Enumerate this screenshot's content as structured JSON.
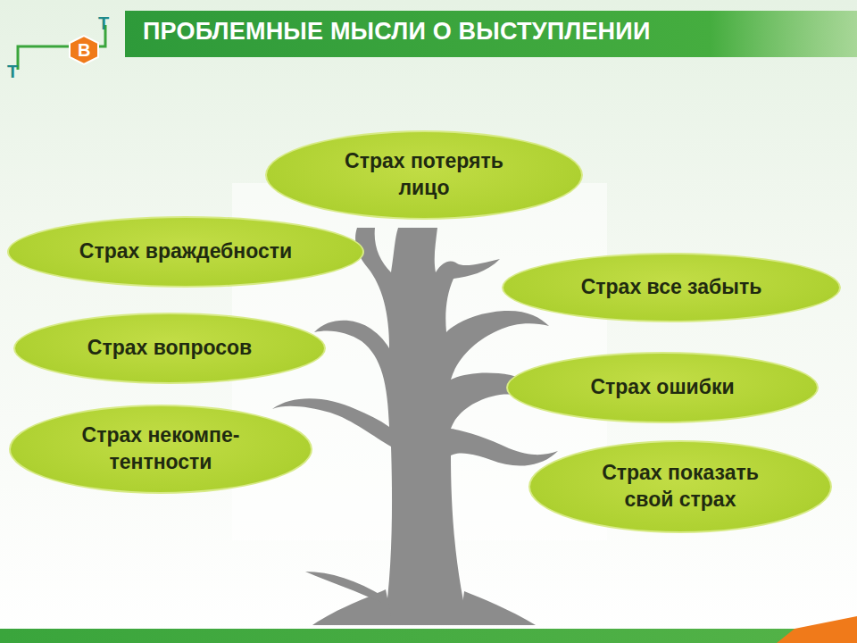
{
  "diagram": {
    "title": "ПРОБЛЕМНЫЕ МЫСЛИ О ВЫСТУПЛЕНИИ",
    "nodes": [
      {
        "text": [
          "Страх потерять лицо"
        ]
      },
      {
        "text": [
          "Страх враждебности"
        ]
      },
      {
        "text": [
          "Страх все забыть"
        ]
      },
      {
        "text": [
          "Страх вопросов"
        ]
      },
      {
        "text": [
          "Страх ошибки"
        ]
      },
      {
        "text": [
          "Страх некомпе- тентности"
        ]
      },
      {
        "text": [
          "Страх показать свой страх"
        ]
      }
    ],
    "labels": [
      "Т",
      "В",
      "Т"
    ]
  }
}
